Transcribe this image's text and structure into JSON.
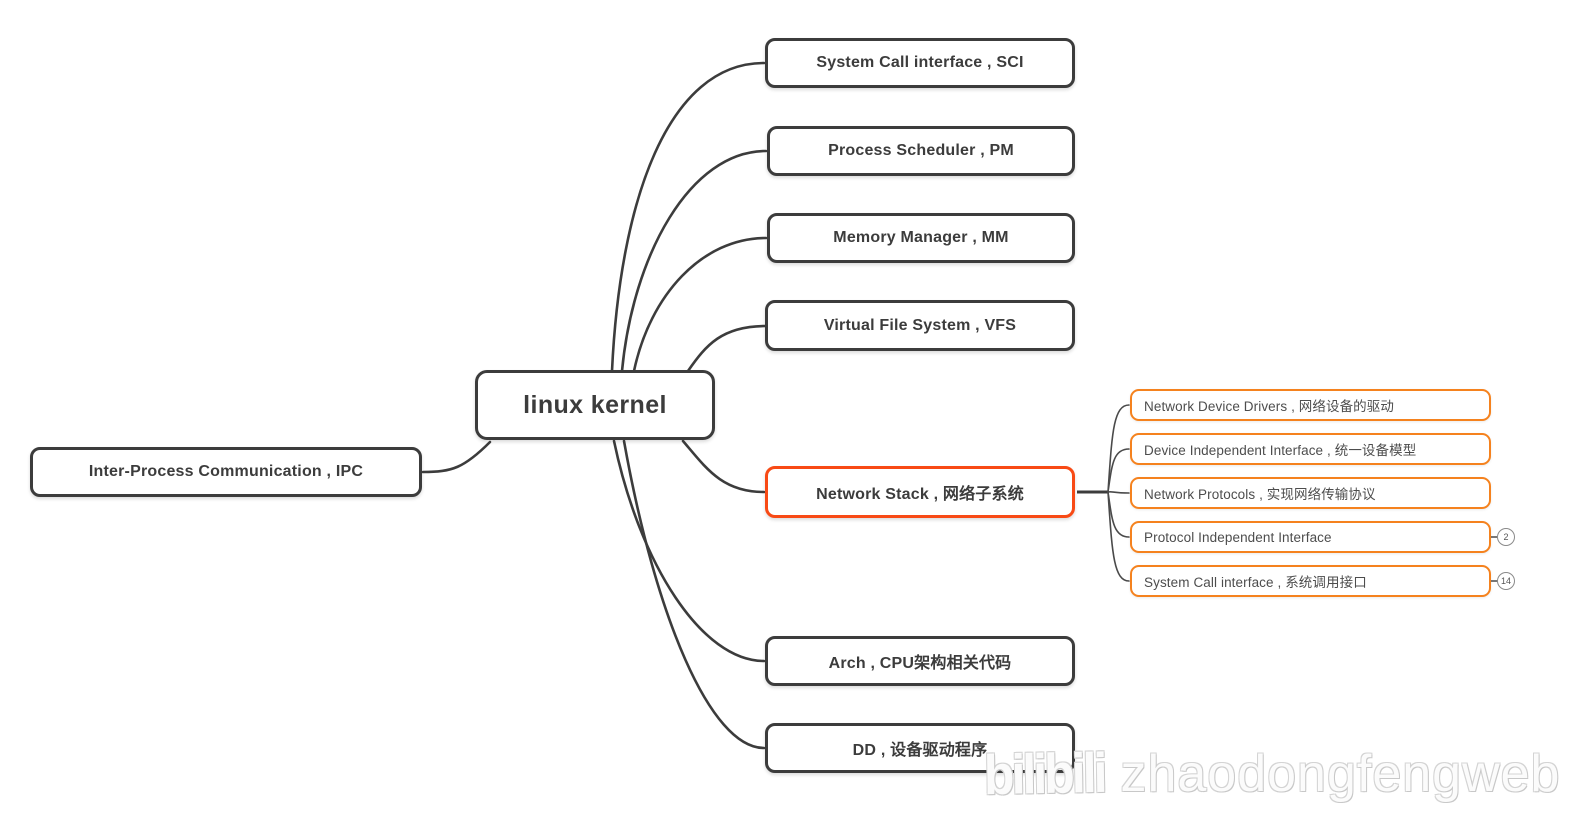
{
  "mindmap": {
    "root": {
      "label": "linux kernel"
    },
    "left_branches": [
      {
        "label": "Inter-Process Communication , IPC"
      }
    ],
    "right_branches": [
      {
        "label": "System Call interface , SCI"
      },
      {
        "label": "Process Scheduler , PM"
      },
      {
        "label": "Memory Manager , MM"
      },
      {
        "label": "Virtual File System , VFS"
      },
      {
        "label": "Network Stack , 网络子系统",
        "selected": true
      },
      {
        "label": "Arch , CPU架构相关代码"
      },
      {
        "label": "DD , 设备驱动程序"
      }
    ],
    "network_children": [
      {
        "label": "Network Device Drivers , 网络设备的驱动"
      },
      {
        "label": "Device Independent Interface , 统一设备模型"
      },
      {
        "label": "Network Protocols , 实现网络传输协议"
      },
      {
        "label": "Protocol Independent Interface",
        "badge": "2"
      },
      {
        "label": "System Call interface , 系统调用接口",
        "badge": "14"
      }
    ]
  },
  "watermark": {
    "logo": "bilibili",
    "text": "zhaodongfengweb"
  },
  "colors": {
    "background": "#ffffff",
    "node_border": "#3c3c3c",
    "node_text": "#3c3c3c",
    "selected_border": "#f84a15",
    "child_border": "#f5821e",
    "child_text": "#4d4d4d",
    "connector": "#3c3c3c",
    "badge_border": "#8a8a8a"
  }
}
